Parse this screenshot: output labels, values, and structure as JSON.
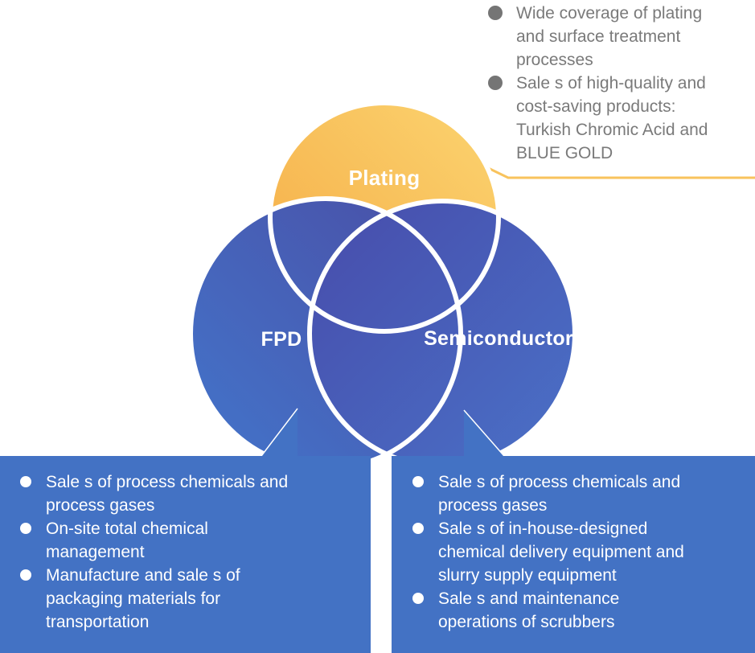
{
  "diagram": {
    "title": "business-segments-venn-diagram",
    "circles": {
      "plating": {
        "label": "Plating",
        "color_start": "#f5ab45",
        "color_end": "#fbd470"
      },
      "fpd": {
        "label": "FPD",
        "color_start": "#4375cb",
        "color_end": "#4a4ea5"
      },
      "semiconductor": {
        "label": "Semiconductor",
        "color_start": "#474cab",
        "color_end": "#4a71c7"
      }
    },
    "stroke_color": "#ffffff"
  },
  "callouts": {
    "plating": {
      "line_color": "#f8c35d",
      "text_color": "#7a7a7a",
      "bullet_color": "#757575",
      "items": [
        "Wide coverage of plating\nand surface treatment\nprocesses",
        "Sale s of high-quality and\ncost-saving products:\nTurkish Chromic Acid and\nBLUE GOLD"
      ]
    },
    "fpd": {
      "bg_color": "#4372c4",
      "items": [
        "Sale s of process chemicals and\nprocess gases",
        "On-site total chemical\nmanagement",
        "Manufacture and sale s of\npackaging materials for\ntransportation"
      ]
    },
    "semiconductor": {
      "bg_color": "#4372c4",
      "items": [
        "Sale s of process chemicals and\nprocess gases",
        "Sale s of in-house-designed\nchemical delivery equipment and\nslurry supply equipment",
        "Sale s and maintenance\noperations of scrubbers"
      ]
    }
  }
}
